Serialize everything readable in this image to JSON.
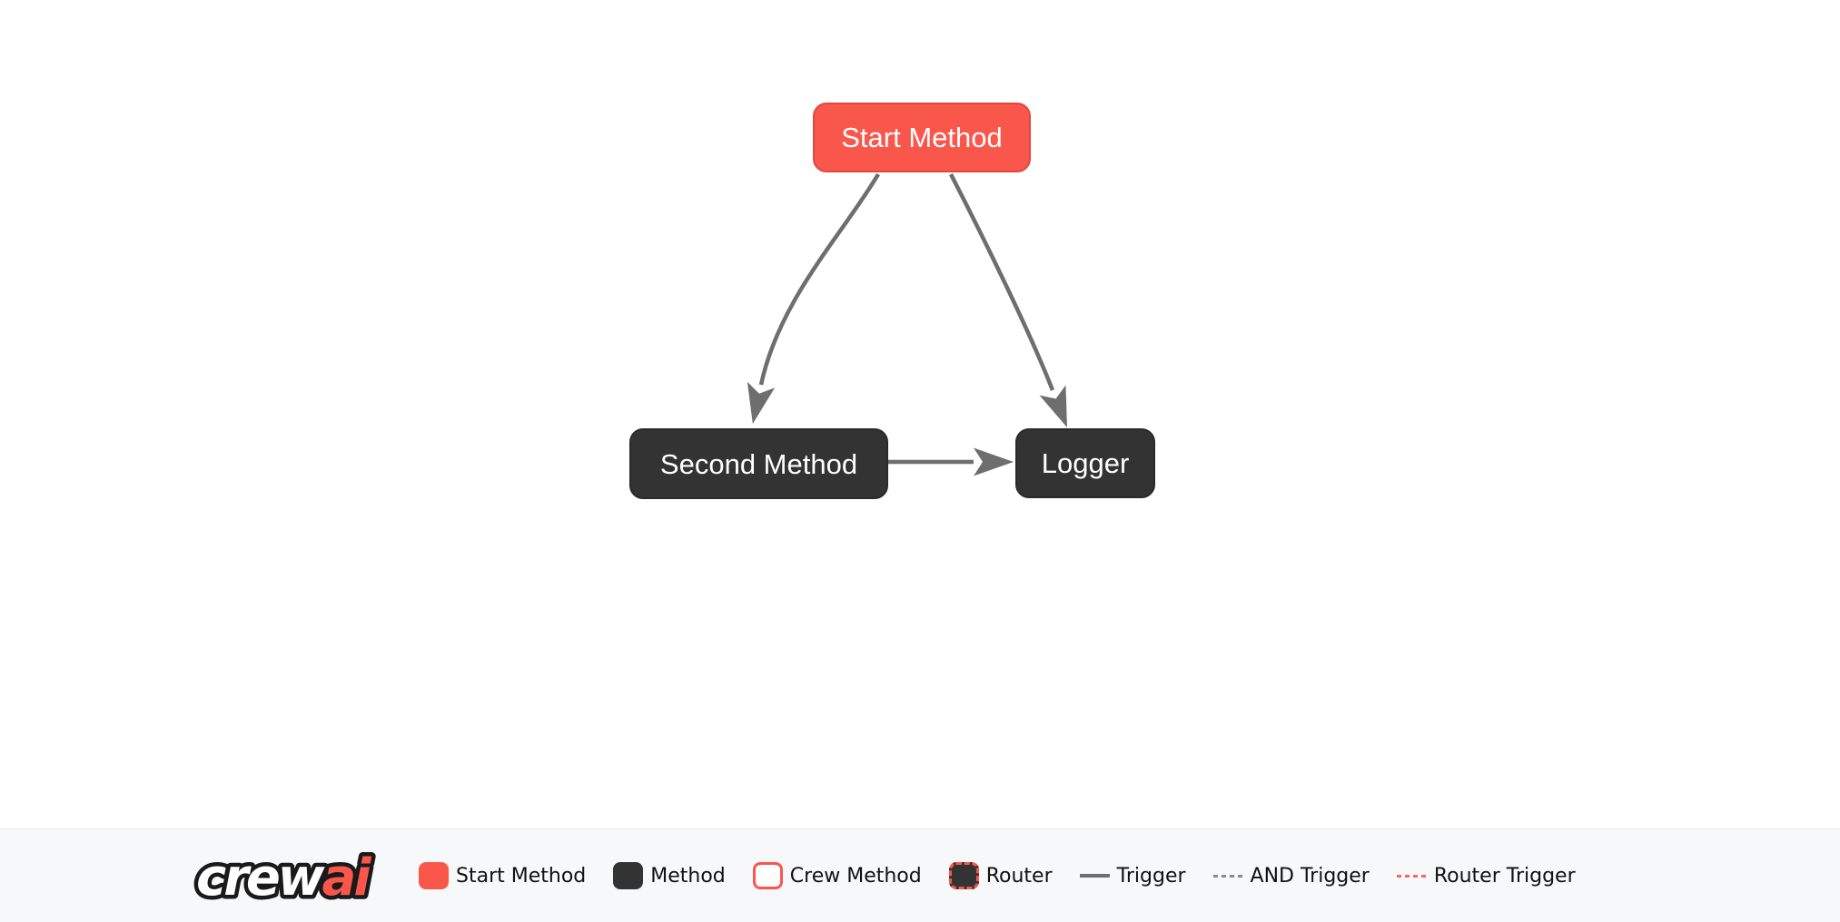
{
  "diagram": {
    "nodes": [
      {
        "id": "start_method",
        "label": "Start Method",
        "type": "start-method"
      },
      {
        "id": "second_method",
        "label": "Second Method",
        "type": "method"
      },
      {
        "id": "logger",
        "label": "Logger",
        "type": "method"
      }
    ],
    "edges": [
      {
        "from": "start_method",
        "to": "second_method",
        "type": "trigger"
      },
      {
        "from": "start_method",
        "to": "logger",
        "type": "trigger"
      },
      {
        "from": "second_method",
        "to": "logger",
        "type": "trigger"
      }
    ]
  },
  "legend": {
    "logo": {
      "part1": "crew",
      "part2": "ai"
    },
    "items": [
      {
        "label": "Start Method",
        "swatch": "start-method-node"
      },
      {
        "label": "Method",
        "swatch": "method-node"
      },
      {
        "label": "Crew Method",
        "swatch": "crew-method-node"
      },
      {
        "label": "Router",
        "swatch": "router-node"
      },
      {
        "label": "Trigger",
        "swatch": "solid-line"
      },
      {
        "label": "AND Trigger",
        "swatch": "dashed-line"
      },
      {
        "label": "Router Trigger",
        "swatch": "red-dashed-line"
      }
    ]
  },
  "colors": {
    "accent_red": "#FA574C",
    "start_node_fill": "#FA574C",
    "start_node_border": "#E2473E",
    "method_node_fill": "#333333",
    "edge_gray": "#6E6E6E",
    "and_trigger_gray": "#8A8A8A",
    "router_trigger_red": "#F4685E",
    "canvas_bg": "#FFFFFF",
    "legend_bg": "#F7F8F9",
    "node_text": "#FFFFFF",
    "legend_text": "#111111"
  }
}
